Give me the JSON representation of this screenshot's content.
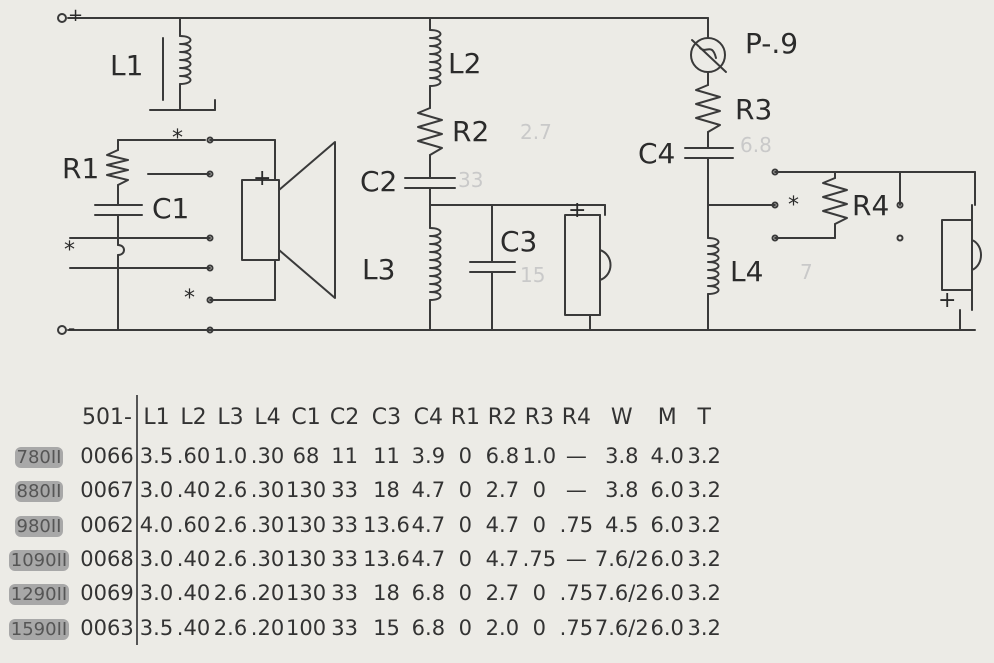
{
  "schematic": {
    "terminals": {
      "plus": "+",
      "minus": "-"
    },
    "labels": {
      "L1": "L1",
      "R1": "R1",
      "C1": "C1",
      "L2": "L2",
      "R2": "R2",
      "C2": "C2",
      "L3": "L3",
      "C3": "C3",
      "P9": "P-.9",
      "R3": "R3",
      "C4": "C4",
      "R4": "R4",
      "L4": "L4"
    },
    "marks": {
      "star": "*",
      "speaker_plus": "+"
    },
    "faint_notes": {
      "r2": "2.7",
      "c2": "33",
      "c3": "15",
      "r3": "6.8",
      "l4": "7"
    }
  },
  "table": {
    "headers": [
      "501-",
      "L1",
      "L2",
      "L3",
      "L4",
      "C1",
      "C2",
      "C3",
      "C4",
      "R1",
      "R2",
      "R3",
      "R4",
      "W",
      "M",
      "T"
    ],
    "rows": [
      {
        "model": "780II",
        "part": "0066",
        "values": [
          "3.5",
          ".60",
          "1.0",
          ".30",
          "68",
          "11",
          "11",
          "3.9",
          "0",
          "6.8",
          "1.0",
          "—",
          "3.8",
          "4.0",
          "3.2"
        ]
      },
      {
        "model": "880II",
        "part": "0067",
        "values": [
          "3.0",
          ".40",
          "2.6",
          ".30",
          "130",
          "33",
          "18",
          "4.7",
          "0",
          "2.7",
          "0",
          "—",
          "3.8",
          "6.0",
          "3.2"
        ]
      },
      {
        "model": "980II",
        "part": "0062",
        "values": [
          "4.0",
          ".60",
          "2.6",
          ".30",
          "130",
          "33",
          "13.6",
          "4.7",
          "0",
          "4.7",
          "0",
          ".75",
          "4.5",
          "6.0",
          "3.2"
        ]
      },
      {
        "model": "1090II",
        "part": "0068",
        "values": [
          "3.0",
          ".40",
          "2.6",
          ".30",
          "130",
          "33",
          "13.6",
          "4.7",
          "0",
          "4.7",
          ".75",
          "—",
          "7.6/2",
          "6.0",
          "3.2"
        ]
      },
      {
        "model": "1290II",
        "part": "0069",
        "values": [
          "3.0",
          ".40",
          "2.6",
          ".20",
          "130",
          "33",
          "18",
          "6.8",
          "0",
          "2.7",
          "0",
          ".75",
          "7.6/2",
          "6.0",
          "3.2"
        ]
      },
      {
        "model": "1590II",
        "part": "0063",
        "values": [
          "3.5",
          ".40",
          "2.6",
          ".20",
          "100",
          "33",
          "15",
          "6.8",
          "0",
          "2.0",
          "0",
          ".75",
          "7.6/2",
          "6.0",
          "3.2"
        ]
      }
    ]
  }
}
